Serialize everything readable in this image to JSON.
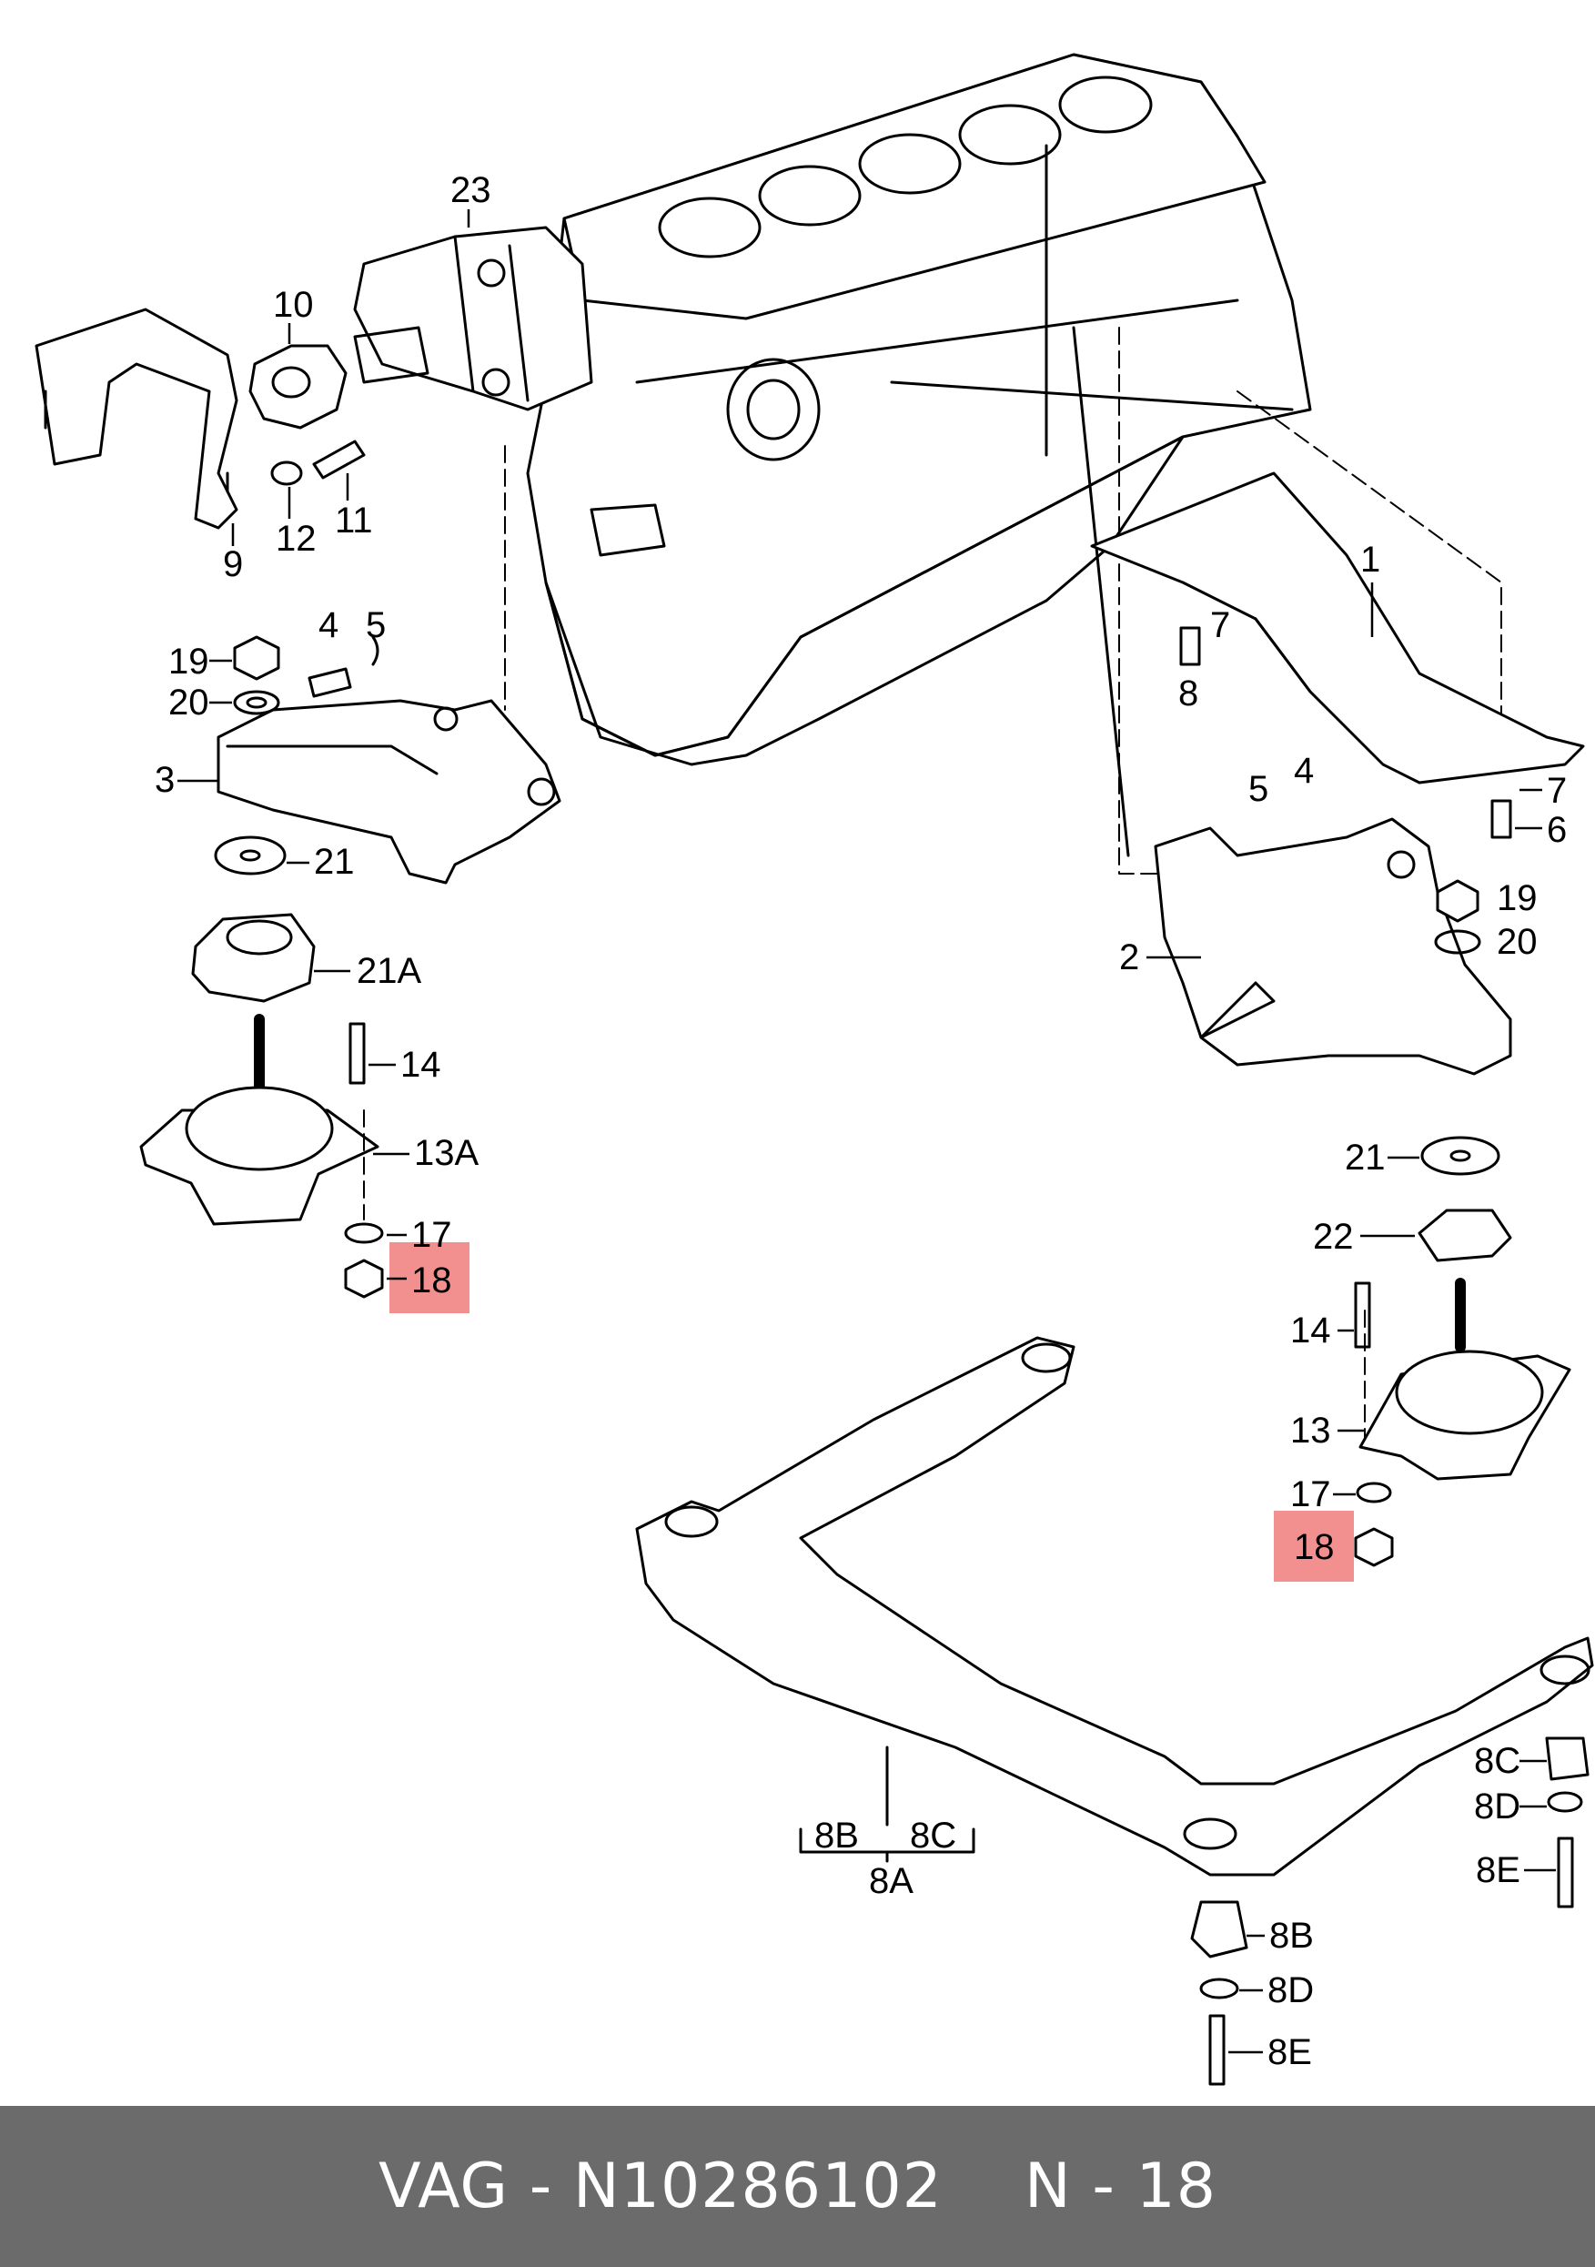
{
  "footer": {
    "part_number": "VAG - N10286102",
    "position_ref": "N - 18"
  },
  "highlight_color": "#f07b7b",
  "labels": {
    "l23": "23",
    "l10": "10",
    "l9": "9",
    "l12": "12",
    "l11": "11",
    "l19a": "19",
    "l20a": "20",
    "l4a": "4",
    "l5a": "5",
    "l3": "3",
    "l21a": "21",
    "l21A": "21A",
    "l14a": "14",
    "l13A": "13A",
    "l17a": "17",
    "l18a": "18",
    "l1": "1",
    "l7a": "7",
    "l8": "8",
    "l5b": "5",
    "l4b": "4",
    "l7b": "7",
    "l6": "6",
    "l19b": "19",
    "l20b": "20",
    "l2": "2",
    "l21b": "21",
    "l22": "22",
    "l14b": "14",
    "l13": "13",
    "l17b": "17",
    "l18b": "18",
    "l8C_r": "8C",
    "l8D_r": "8D",
    "l8E_r": "8E",
    "l8B_l": "8B",
    "l8C_l": "8C",
    "l8A": "8A",
    "l8B_b": "8B",
    "l8D_b": "8D",
    "l8E_b": "8E"
  }
}
